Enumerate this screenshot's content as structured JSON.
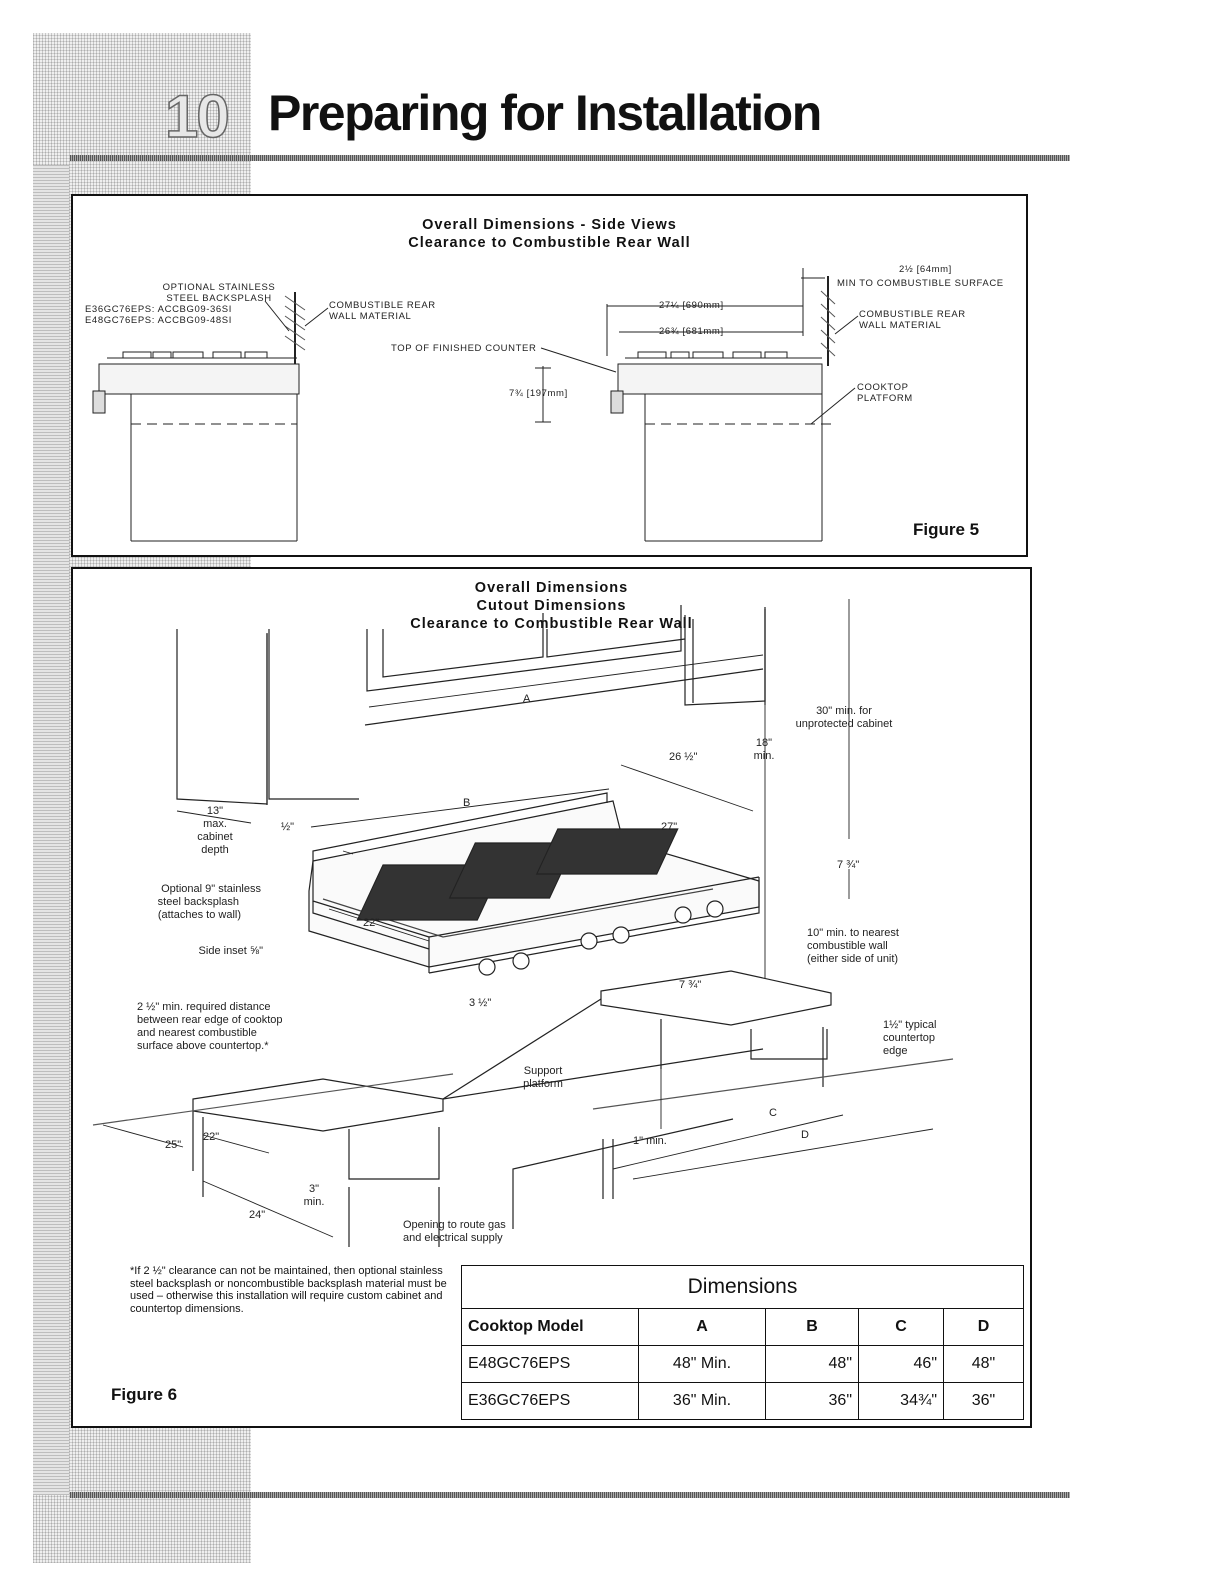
{
  "header": {
    "section_number": "10",
    "title": "Preparing for Installation"
  },
  "figure5": {
    "title_line1": "Overall Dimensions - Side Views",
    "title_line2": "Clearance to Combustible Rear Wall",
    "label": "Figure 5",
    "callouts": {
      "backsplash_l1": "OPTIONAL STAINLESS",
      "backsplash_l2": "STEEL BACKSPLASH",
      "backsplash_l3": "E36GC76EPS: ACCBG09-36SI",
      "backsplash_l4": "E48GC76EPS: ACCBG09-48SI",
      "rear_wall_left_l1": "COMBUSTIBLE REAR",
      "rear_wall_left_l2": "WALL MATERIAL",
      "top_counter": "TOP OF FINISHED COUNTER",
      "height": "7¾ [197mm]",
      "depth_overall": "27¼ [690mm]",
      "depth_platform": "26¾ [681mm]",
      "min_clear_l1": "2½ [64mm]",
      "min_clear_l2": "MIN TO COMBUSTIBLE SURFACE",
      "rear_wall_right_l1": "COMBUSTIBLE REAR",
      "rear_wall_right_l2": "WALL MATERIAL",
      "platform_l1": "COOKTOP",
      "platform_l2": "PLATFORM"
    }
  },
  "figure6": {
    "title_line1": "Overall Dimensions",
    "title_line2": "Cutout Dimensions",
    "title_line3": "Clearance to Combustible Rear Wall",
    "label": "Figure 6",
    "callouts": {
      "a": "A",
      "b": "B",
      "c": "C",
      "d": "D",
      "thirty_l1": "30\" min. for",
      "thirty_l2": "unprotected cabinet",
      "eighteen_l1": "18\"",
      "eighteen_l2": "min.",
      "twentysix": "26 ½\"",
      "twentyseven": "27\"",
      "thirteen_l1": "13\"",
      "thirteen_l2": "max.",
      "thirteen_l3": "cabinet",
      "thirteen_l4": "depth",
      "half": "½\"",
      "seven_three_quarter": "7 ¾\"",
      "backsplash_l1": "Optional 9\" stainless",
      "backsplash_l2": "steel backsplash",
      "backsplash_l3": "(attaches to wall)",
      "twentytwo_top": "22\"",
      "side_inset": "Side inset ⅝\"",
      "ten_l1": "10\" min. to nearest",
      "ten_l2": "combustible wall",
      "ten_l3": "(either side of unit)",
      "seven_three_quarter_b": "7 ¾\"",
      "three_half": "3 ½\"",
      "clear_l1": "2 ½\" min. required distance",
      "clear_l2": "between rear edge of cooktop",
      "clear_l3": "and nearest combustible",
      "clear_l4": "surface above countertop.*",
      "edge_l1": "1½\" typical",
      "edge_l2": "countertop",
      "edge_l3": "edge",
      "support_l1": "Support",
      "support_l2": "platform",
      "one_min": "1\" min.",
      "twentyfive": "25\"",
      "twentytwo_bottom": "22\"",
      "three_min_l1": "3\"",
      "three_min_l2": "min.",
      "twentyfour": "24\"",
      "opening_l1": "Opening to route gas",
      "opening_l2": "and electrical supply"
    },
    "footnote": "*If 2 ½\" clearance can not be maintained, then optional stainless steel backsplash or noncombustible backsplash material must be used – otherwise this installation will require custom cabinet and countertop dimensions."
  },
  "dimensions_table": {
    "caption": "Dimensions",
    "headers": [
      "Cooktop Model",
      "A",
      "B",
      "C",
      "D"
    ],
    "rows": [
      [
        "E48GC76EPS",
        "48\" Min.",
        "48\"",
        "46\"",
        "48\""
      ],
      [
        "E36GC76EPS",
        "36\" Min.",
        "36\"",
        "34¾\"",
        "36\""
      ]
    ]
  }
}
